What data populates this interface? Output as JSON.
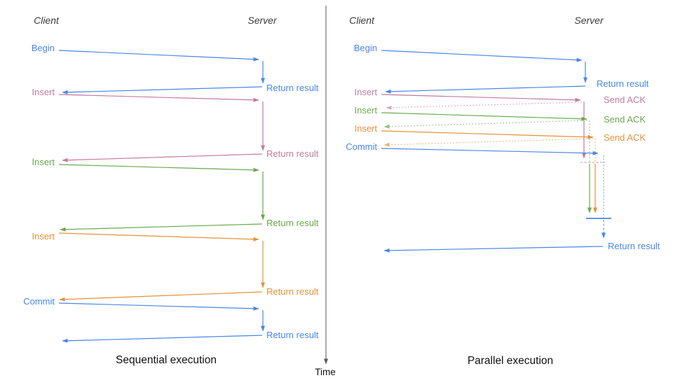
{
  "colors": {
    "blue": "#4a86e8",
    "blue_light": "#6d9eeb",
    "pink": "#c27ba0",
    "pink_light": "#d5a6bd",
    "green": "#6aa84f",
    "green_light": "#93c47d",
    "orange": "#e69138",
    "orange_light": "#f6b26b",
    "axis_gray": "#595959"
  },
  "left_panel": {
    "client_header": "Client",
    "server_header": "Server",
    "title": "Sequential execution",
    "operations": [
      {
        "label": "Begin",
        "result": "Return result"
      },
      {
        "label": "Insert",
        "result": "Return result"
      },
      {
        "label": "Insert",
        "result": "Return result"
      },
      {
        "label": "Insert",
        "result": "Return result"
      },
      {
        "label": "Commit",
        "result": "Return result"
      }
    ]
  },
  "right_panel": {
    "client_header": "Client",
    "server_header": "Server",
    "title": "Parallel execution",
    "operations": [
      {
        "label": "Begin",
        "result": "Return result"
      },
      {
        "label": "Insert",
        "result": "Send ACK"
      },
      {
        "label": "Insert",
        "result": "Send ACK"
      },
      {
        "label": "Insert",
        "result": "Send ACK"
      },
      {
        "label": "Commit",
        "result": "Return result"
      }
    ]
  },
  "time_axis": {
    "label": "Time"
  }
}
